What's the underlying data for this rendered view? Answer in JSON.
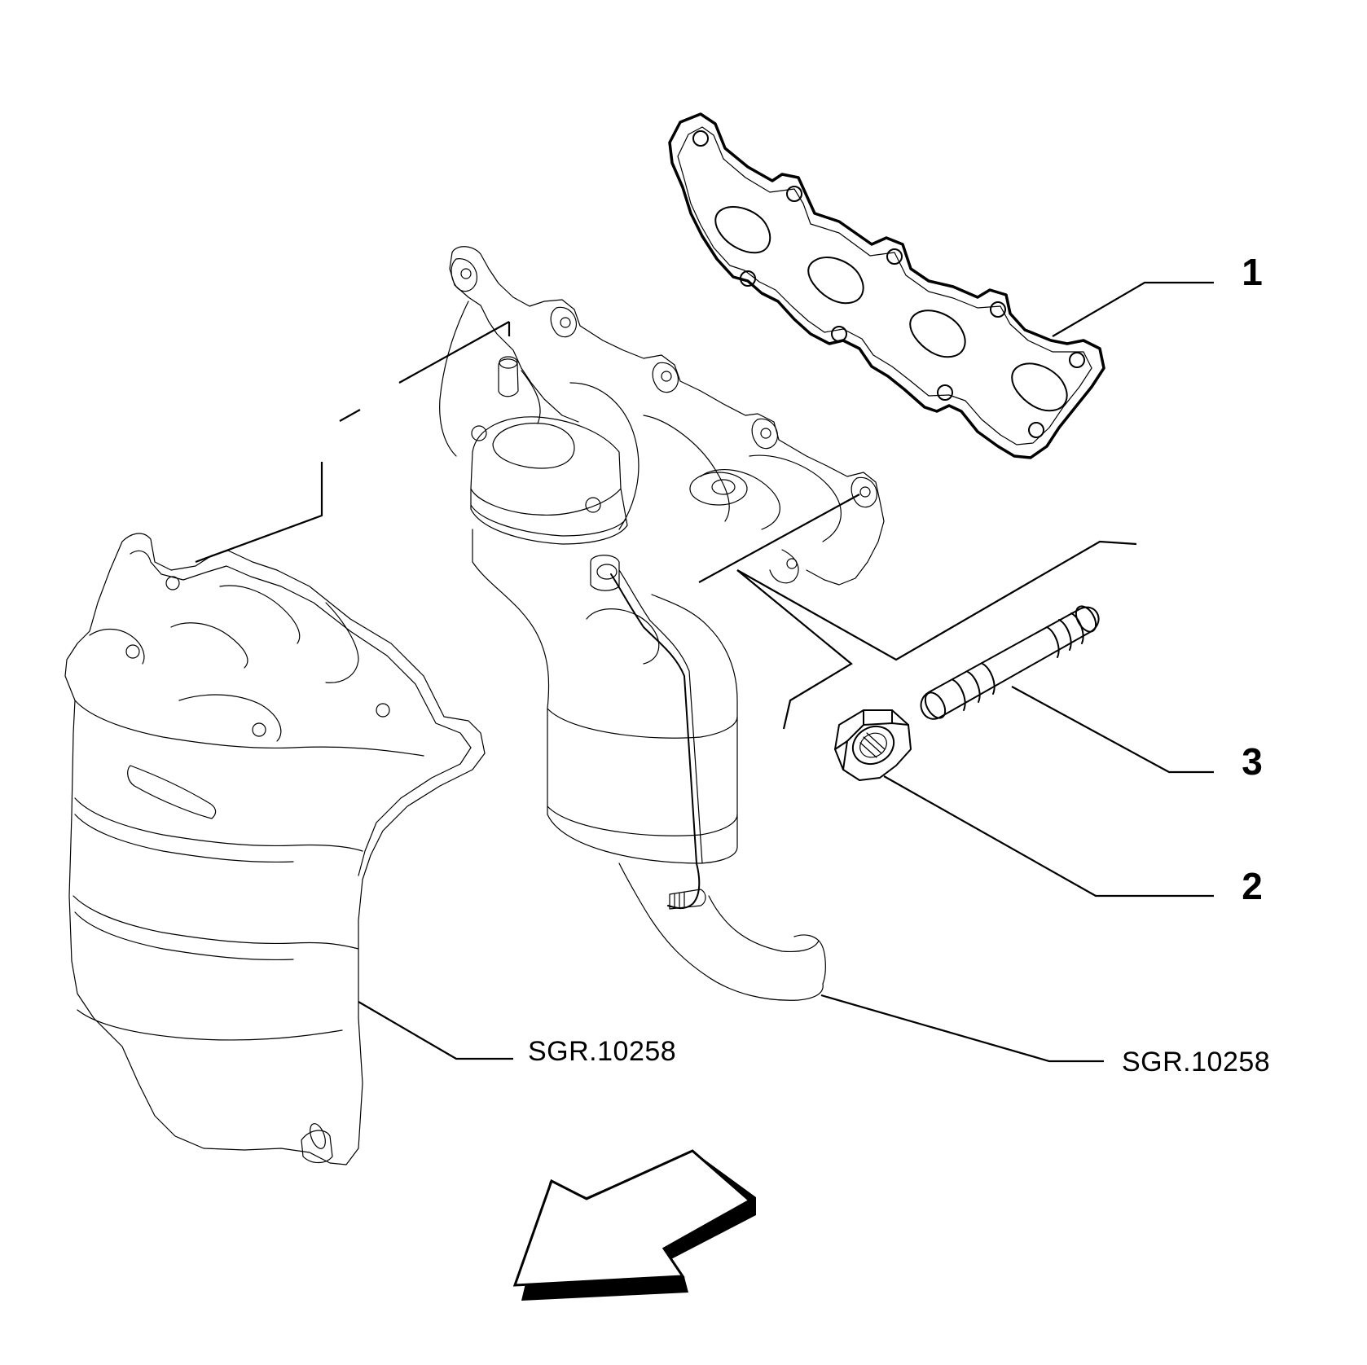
{
  "diagram": {
    "callouts": {
      "gasket": "1",
      "nut": "2",
      "stud": "3"
    },
    "references": {
      "heat_shield": "SGR.10258",
      "manifold_catalyst": "SGR.10258"
    },
    "colors": {
      "line": "#000000",
      "background": "#ffffff"
    }
  }
}
